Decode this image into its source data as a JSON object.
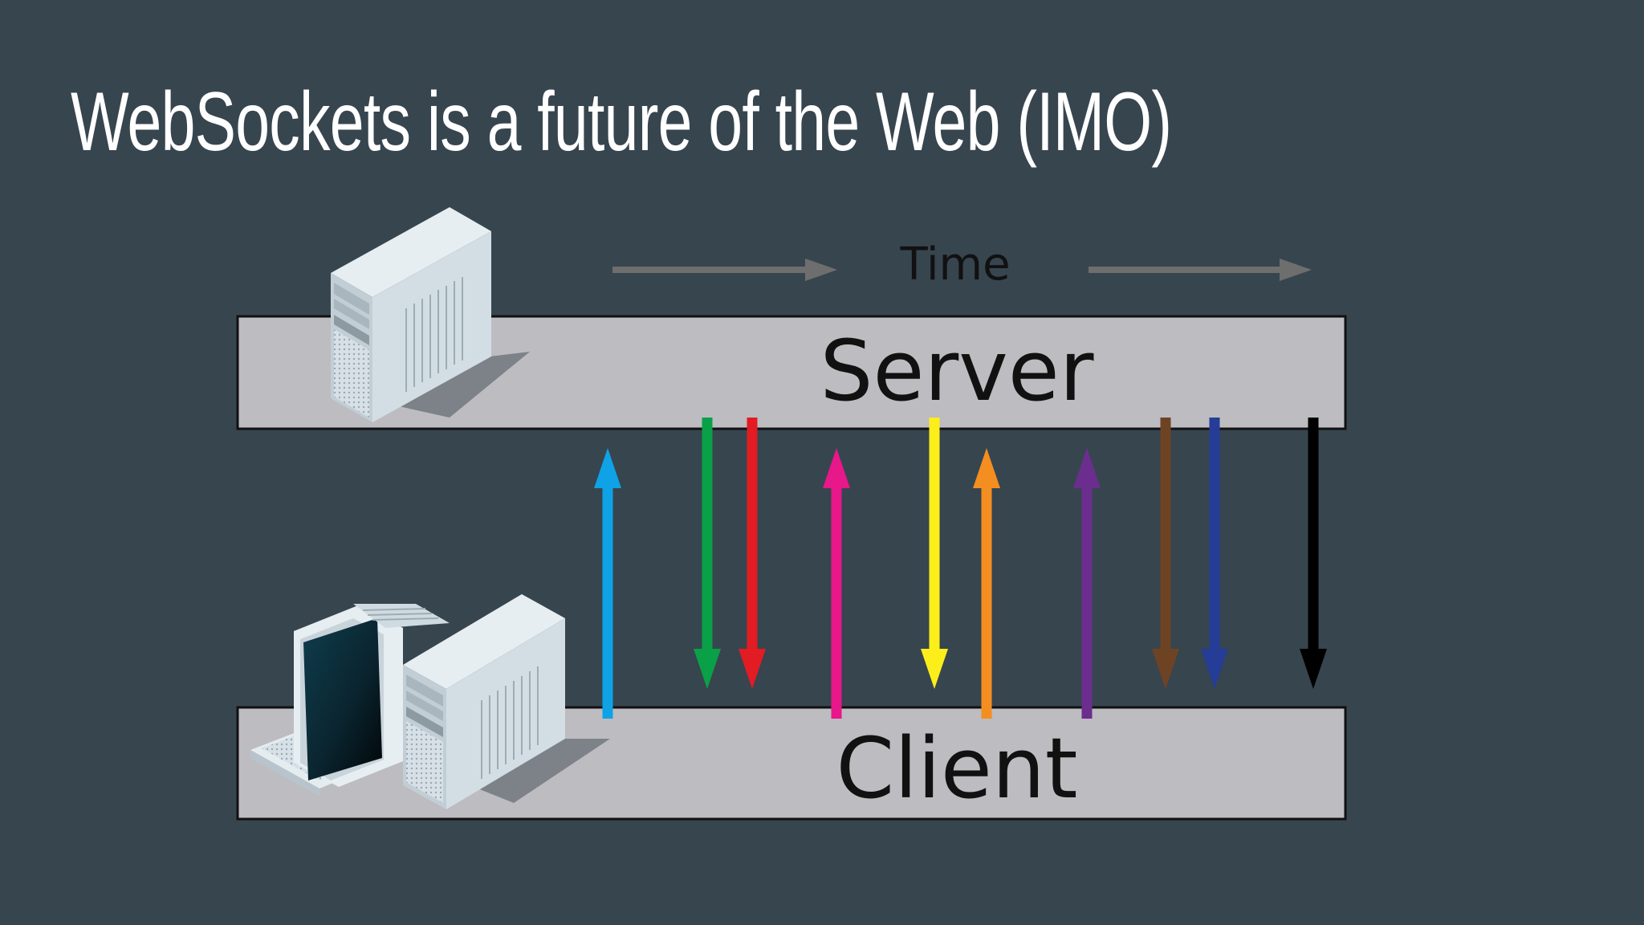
{
  "title": "WebSockets is a future of the Web (IMO)",
  "time_label": "Time",
  "server_label": "Server",
  "client_label": "Client",
  "colors": {
    "background": "#37454f",
    "box_fill": "#bdbcc0",
    "time_arrow": "#6e6e6e"
  },
  "messages": [
    {
      "direction": "up",
      "color": "#10a2e6"
    },
    {
      "direction": "down",
      "color": "#0aa047"
    },
    {
      "direction": "down",
      "color": "#e31b23"
    },
    {
      "direction": "up",
      "color": "#e8178a"
    },
    {
      "direction": "down",
      "color": "#fcee1a"
    },
    {
      "direction": "up",
      "color": "#f48e20"
    },
    {
      "direction": "up",
      "color": "#6b2e8e"
    },
    {
      "direction": "down",
      "color": "#6e4324"
    },
    {
      "direction": "down",
      "color": "#253d96"
    },
    {
      "direction": "down",
      "color": "#000000"
    }
  ]
}
